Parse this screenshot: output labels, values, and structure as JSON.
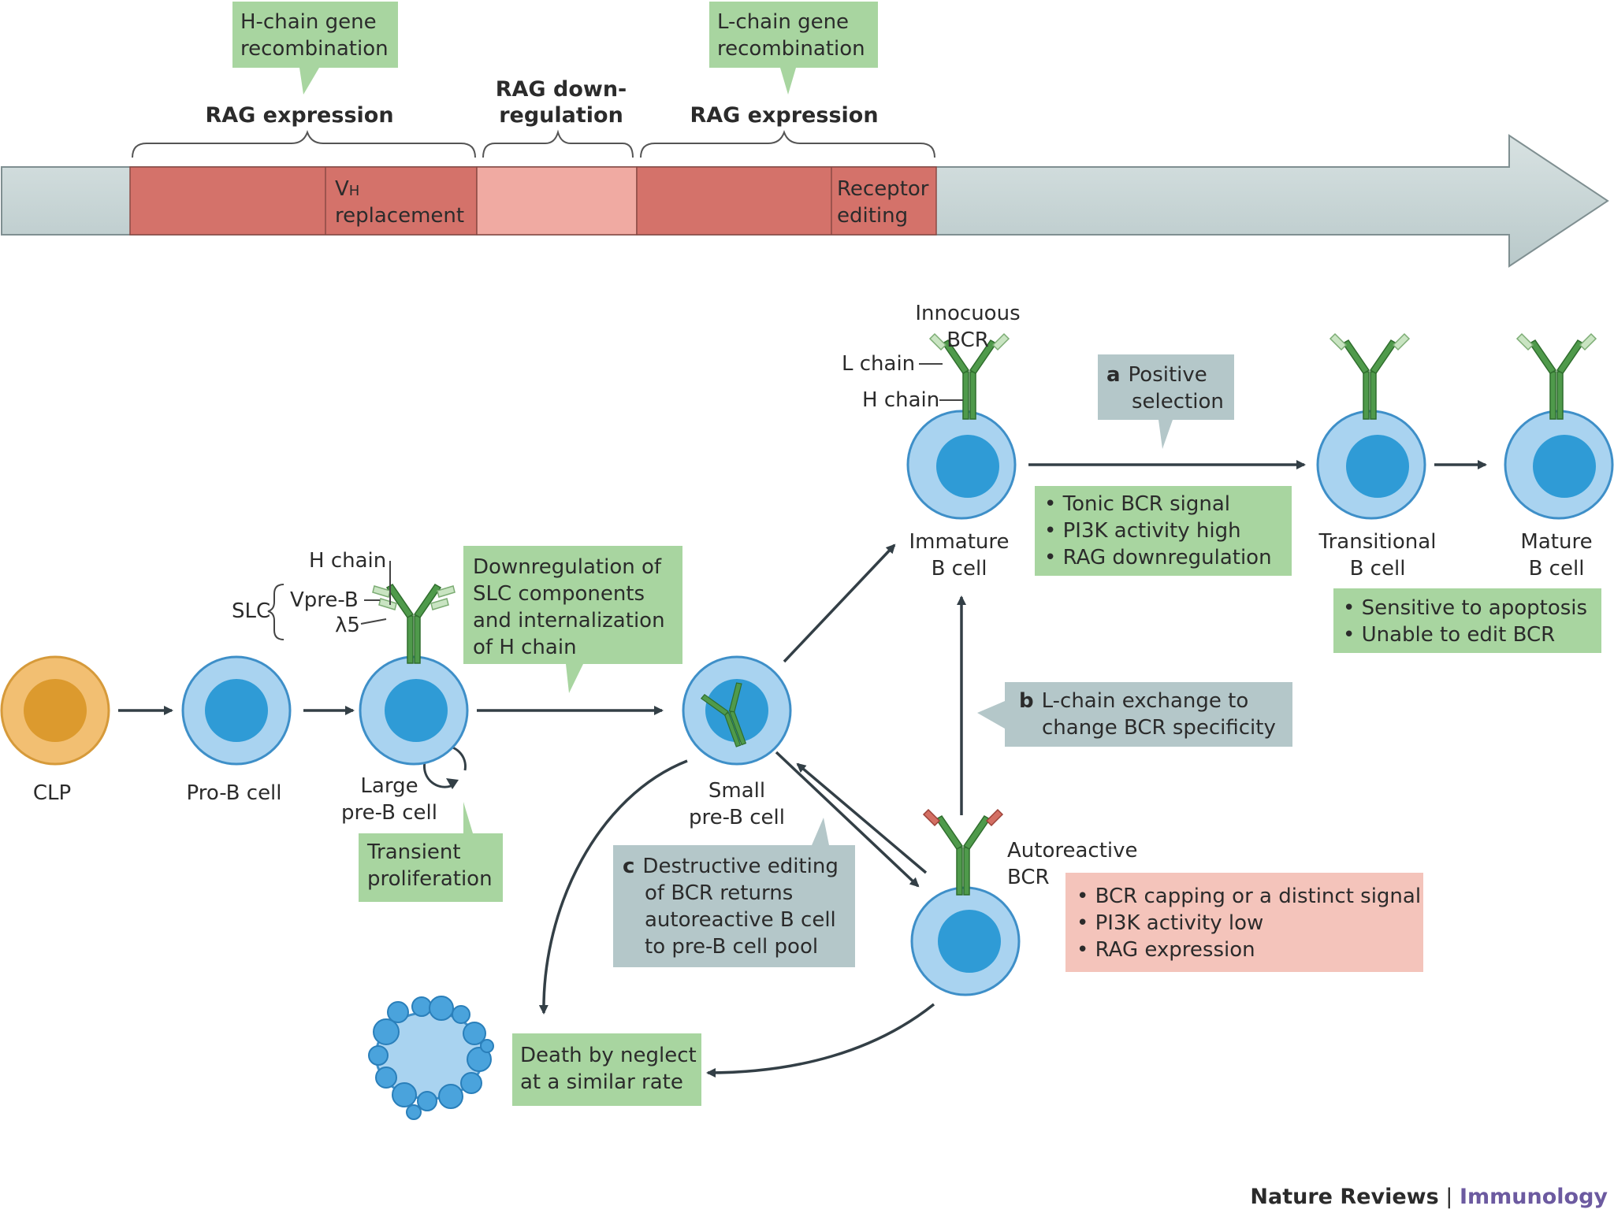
{
  "timeline": {
    "h_recomb": [
      "H-chain gene",
      "recombination"
    ],
    "l_recomb": [
      "L-chain gene",
      "recombination"
    ],
    "rag_expr_1": "RAG expression",
    "rag_down": [
      "RAG down-",
      "regulation"
    ],
    "rag_expr_2": "RAG expression",
    "vh_replacement": [
      "replacement"
    ],
    "vh_v": "V",
    "vh_h": "H",
    "receptor_editing": [
      "Receptor",
      "editing"
    ]
  },
  "cells": {
    "clp": "CLP",
    "pro_b": "Pro-B cell",
    "large_pre_b": [
      "Large",
      "pre-B cell"
    ],
    "small_pre_b": [
      "Small",
      "pre-B cell"
    ],
    "immature_b": [
      "Immature",
      "B cell"
    ],
    "transitional_b": [
      "Transitional",
      "B cell"
    ],
    "mature_b": [
      "Mature",
      "B cell"
    ],
    "autoreactive_bcr": [
      "Autoreactive",
      "BCR"
    ],
    "innocuous_bcr": [
      "Innocuous",
      "BCR"
    ]
  },
  "labels": {
    "h_chain_pre": "H chain",
    "slc": "SLC",
    "vpre_b": "Vpre-B",
    "lambda5": "λ5",
    "l_chain": "L chain",
    "h_chain": "H chain"
  },
  "boxes": {
    "downreg": [
      "Downregulation of",
      "SLC components",
      "and internalization",
      "of H chain"
    ],
    "transient": [
      "Transient",
      "proliferation"
    ],
    "positive_tag": "a",
    "positive": [
      "Positive",
      "selection"
    ],
    "tonic": [
      "• Tonic BCR signal",
      "• PI3K activity high",
      "• RAG downregulation"
    ],
    "sensitive": [
      "• Sensitive to apoptosis",
      "• Unable to edit BCR"
    ],
    "lchain_tag": "b",
    "lchain": [
      "L-chain exchange to",
      "change BCR specificity"
    ],
    "destructive_tag": "c",
    "destructive": [
      "Destructive editing",
      "of BCR returns",
      "autoreactive B cell",
      "to pre-B cell pool"
    ],
    "capping": [
      "• BCR capping or a distinct signal",
      "• PI3K activity low",
      "• RAG expression"
    ],
    "death": [
      "Death by neglect",
      "at a similar rate"
    ]
  },
  "footer": {
    "journal": "Nature Reviews",
    "sep": " | ",
    "section": "Immunology"
  },
  "colors": {
    "green_box": "#a8d5a0",
    "grey_box": "#b4c7c9",
    "pink_box": "#f4c4bb",
    "rag_red": "#d4726a",
    "rag_light": "#f0aaa2",
    "arrow_grey": "#c8d5d6",
    "cell_blue": "#a9d3f0",
    "nucleus_blue": "#2f9bd6",
    "clp_orange": "#f2bf72",
    "bcr_green": "#4f9a4b",
    "light_chain": "#a8d5a0",
    "autoreactive_red": "#d36f63",
    "journal_purple": "#6c5aa0"
  }
}
